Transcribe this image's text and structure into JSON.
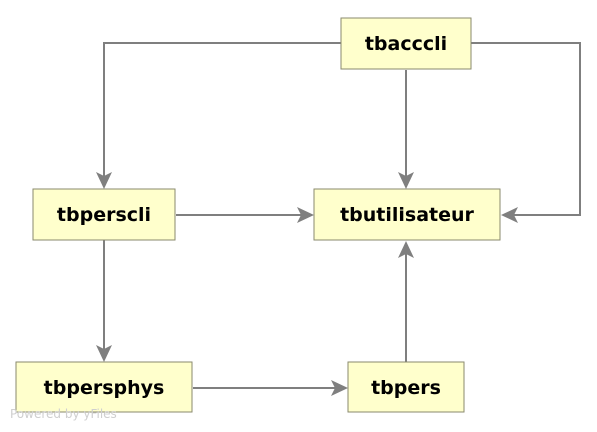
{
  "diagram": {
    "nodes": [
      {
        "id": "tbacccli",
        "label": "tbacccli"
      },
      {
        "id": "tbperscli",
        "label": "tbperscli"
      },
      {
        "id": "tbutilisateur",
        "label": "tbutilisateur"
      },
      {
        "id": "tbpersphys",
        "label": "tbpersphys"
      },
      {
        "id": "tbpers",
        "label": "tbpers"
      }
    ],
    "edges": [
      {
        "from": "tbacccli",
        "to": "tbperscli"
      },
      {
        "from": "tbacccli",
        "to": "tbutilisateur"
      },
      {
        "from": "tbacccli",
        "to": "tbutilisateur"
      },
      {
        "from": "tbperscli",
        "to": "tbutilisateur"
      },
      {
        "from": "tbperscli",
        "to": "tbpersphys"
      },
      {
        "from": "tbpersphys",
        "to": "tbpers"
      },
      {
        "from": "tbpers",
        "to": "tbutilisateur"
      }
    ],
    "colors": {
      "node_fill": "#ffffcc",
      "node_border": "#8a8a6e",
      "edge": "#7f7f7f"
    }
  },
  "watermark": "Powered by yFiles"
}
